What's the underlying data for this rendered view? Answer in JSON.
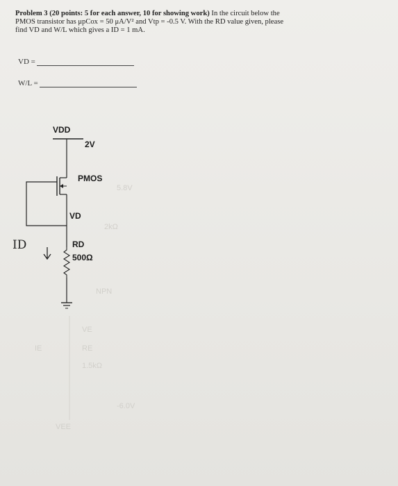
{
  "problem": {
    "heading": "Problem 3 (20 points: 5 for each answer, 10 for showing work)",
    "line1_rest": " In the circuit below the",
    "line2": "PMOS transistor has μpCox = 50 μA/V² and Vtp = -0.5 V. With the RD value given, please",
    "line3": "find VD and W/L which gives a ID = 1 mA."
  },
  "answers": {
    "vd_label": "VD =",
    "wl_label": "W/L ="
  },
  "circuit": {
    "vdd_label": "VDD",
    "vdd_value": "2V",
    "transistor_label": "PMOS",
    "node_label": "VD",
    "resistor_label": "RD",
    "resistor_value": "500Ω",
    "handwritten_current": "ID"
  },
  "bleed_through": {
    "t1": "5.8V",
    "t2": "2kΩ",
    "t3": "NPN",
    "t4": "VE",
    "t5": "RE",
    "t6": "1.5kΩ",
    "t7": "-6.0V",
    "t8": "VEE",
    "t9": "IE"
  },
  "colors": {
    "paper": "#eceae6",
    "ink": "#1f1f1f"
  }
}
